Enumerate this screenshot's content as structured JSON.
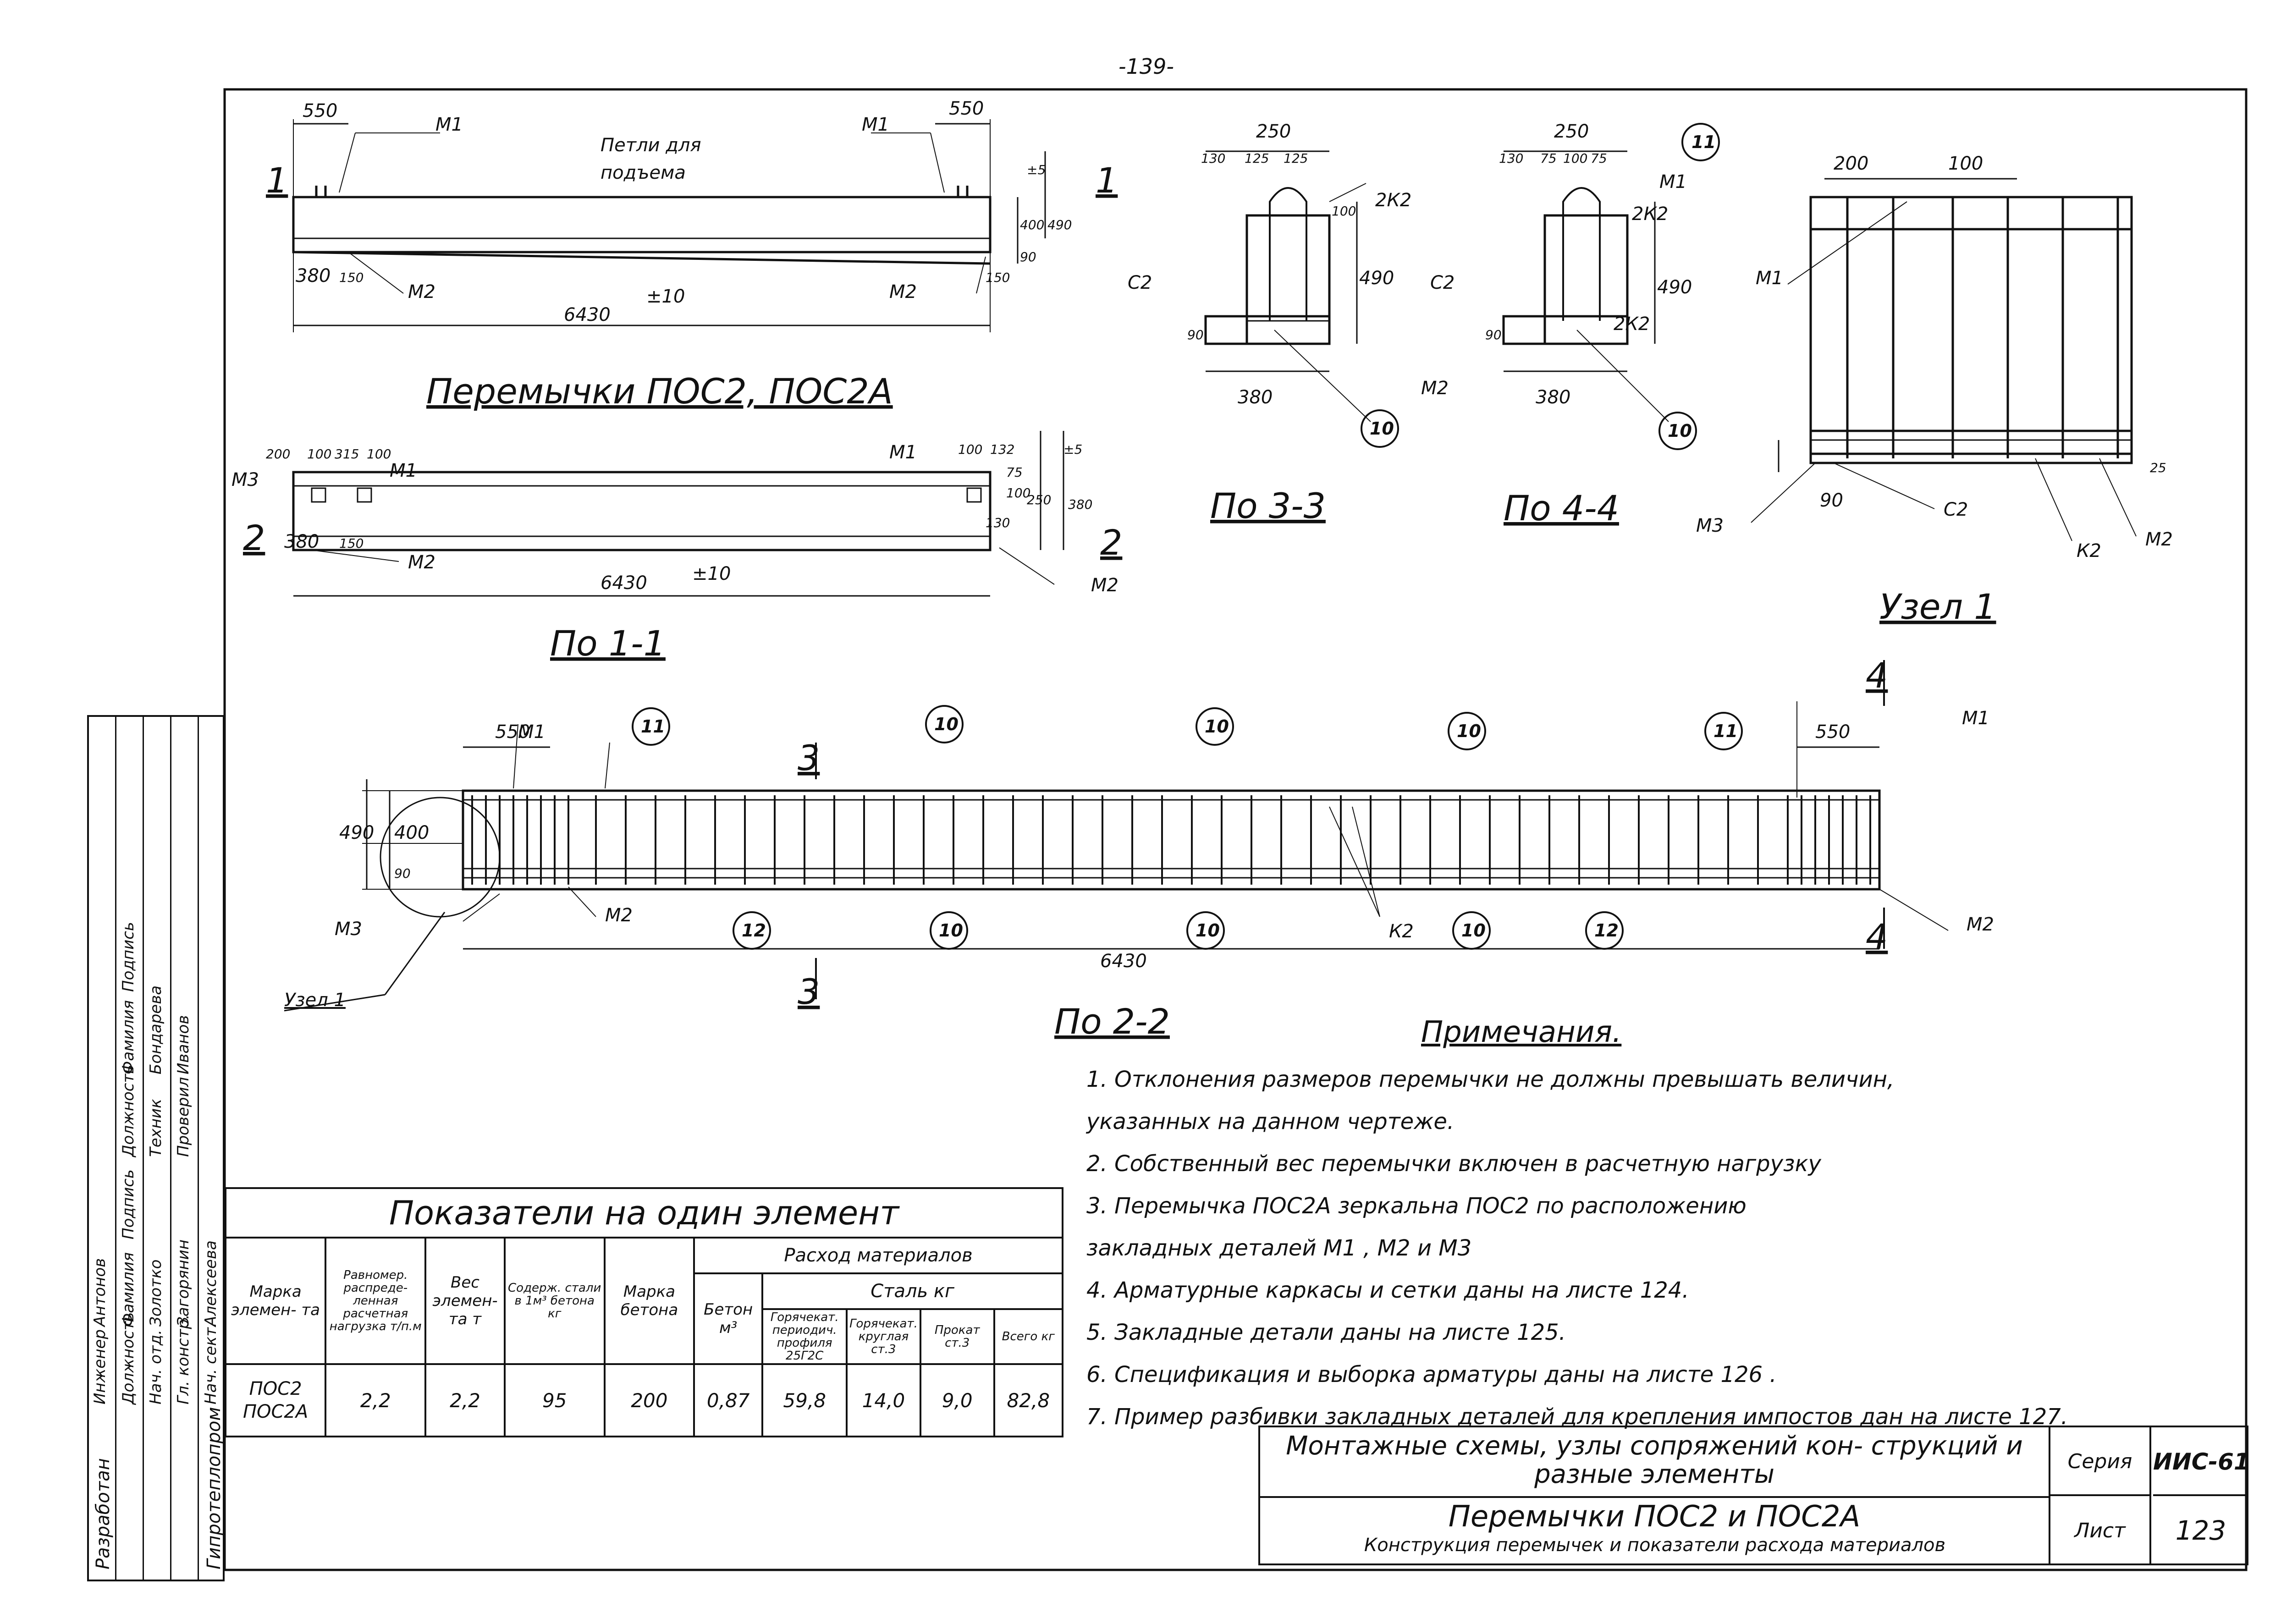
{
  "page_number": "-139-",
  "drawing": {
    "main_title": "Перемычки  ПОС2, ПОС2А",
    "sections": {
      "s11": "По 1-1",
      "s22": "По 2-2",
      "s33": "По 3-3",
      "s44": "По 4-4",
      "node1": "Узел 1",
      "node1_ref": "Узел 1"
    },
    "beam_top": {
      "dim_left": "550",
      "dim_right": "550",
      "m1_left": "М1",
      "m1_right": "М1",
      "lifting_note_1": "Петли для",
      "lifting_note_2": "подъема",
      "dim_380": "380",
      "dim_150_left": "150",
      "dim_150_right": "150",
      "m2_left": "М2",
      "m2_right": "М2",
      "length": "6430",
      "tolerance": "±10",
      "dim_400": "400",
      "dim_490": "490",
      "dim_90": "90",
      "dim_tol5": "±5",
      "cut_left": "1",
      "cut_right": "1"
    },
    "beam_plan": {
      "dim_200": "200",
      "dim_100a": "100",
      "dim_315": "315",
      "dim_100b": "100",
      "dim_100c": "100",
      "dim_132": "132",
      "m3": "М3",
      "m1_left": "М1",
      "m1_right": "М1",
      "dim_380": "380",
      "dim_150": "150",
      "m2_left": "М2",
      "m2_right": "М2",
      "length": "6430",
      "tolerance": "±10",
      "dim_75": "75",
      "dim_100": "100",
      "dim_130": "130",
      "dim_250": "250",
      "dim_380_right": "380",
      "dim_tol5": "±5",
      "cut_left": "2",
      "cut_right": "2"
    },
    "sec33": {
      "dim_250": "250",
      "dim_130": "130",
      "dim_125a": "125",
      "dim_125b": "125",
      "dim_100": "100",
      "dim_490": "490",
      "dim_90": "90",
      "dim_380": "380",
      "c2": "С2",
      "k2": "2К2",
      "callout": "10"
    },
    "sec44": {
      "dim_250": "250",
      "dim_130": "130",
      "dim_75a": "75",
      "dim_100": "100",
      "dim_75b": "75",
      "dim_490": "490",
      "dim_90": "90",
      "dim_380": "380",
      "c2": "С2",
      "k2a": "2К2",
      "k2b": "2К2",
      "m1": "М1",
      "m2": "М2",
      "callout_11": "11",
      "callout_10": "10"
    },
    "node": {
      "dim_200": "200",
      "dim_100": "100",
      "dim_90": "90",
      "dim_25": "25",
      "m1": "М1",
      "m2": "М2",
      "m3": "М3",
      "c2": "С2",
      "k2": "К2"
    },
    "sec22": {
      "dim_550_left": "550",
      "dim_550_right": "550",
      "dim_400": "400",
      "dim_490": "490",
      "dim_90": "90",
      "m1_left": "М1",
      "m1_right": "М1",
      "m2_left": "М2",
      "m2_right": "М2",
      "m3": "М3",
      "k2": "К2",
      "length": "6430",
      "cut3_top": "3",
      "cut3_bottom": "3",
      "cut4_top": "4",
      "cut4_bottom": "4",
      "callouts_top": [
        "11",
        "10",
        "10",
        "10",
        "11"
      ],
      "callouts_bottom": [
        "12",
        "10",
        "10",
        "10",
        "12"
      ]
    }
  },
  "notes": {
    "title": "Примечания.",
    "items": [
      "1. Отклонения  размеров  перемычки  не должны превышать величин,",
      "   указанных  на данном  чертеже.",
      "2. Собственный  вес  перемычки  включен  в расчетную нагрузку",
      "3. Перемычка  ПОС2А зеркальна  ПОС2  по расположению",
      "   закладных  деталей  М1 , М2 и М3",
      "4. Арматурные каркасы и сетки  даны на листе  124.",
      "5. Закладные  детали  даны  на  листе  125.",
      "6. Спецификация  и выборка арматуры даны на листе  126 .",
      "7. Пример разбивки закладных деталей для крепления импостов дан на листе 127."
    ]
  },
  "indicators": {
    "title": "Показатели  на  один  элемент",
    "headers": {
      "mark": "Марка элемен- та",
      "load": "Равномер. распреде- ленная расчетная нагрузка т/п.м",
      "weight": "Вес элемен- та т",
      "steel_content": "Содерж. стали в 1м³ бетона кг",
      "concrete_mark": "Марка бетона",
      "materials": "Расход  материалов",
      "concrete": "Бетон м³",
      "steel_group": "Сталь  кг",
      "steel_a": "Горячекат. периодич. профиля 25Г2С",
      "steel_b": "Горячекат. круглая ст.3",
      "steel_c": "Прокат ст.3",
      "steel_total": "Всего кг"
    },
    "row": {
      "mark_1": "ПОС2",
      "mark_2": "ПОС2А",
      "load": "2,2",
      "weight": "2,2",
      "steel_content": "95",
      "concrete_mark": "200",
      "concrete": "0,87",
      "steel_a": "59,8",
      "steel_b": "14,0",
      "steel_c": "9,0",
      "steel_total": "82,8"
    }
  },
  "title_block": {
    "project": "Монтажные схемы, узлы сопряжений кон- струкций и разные элементы",
    "title": "Перемычки ПОС2 и ПОС2А",
    "subtitle": "Конструкция перемычек и показатели расхода материалов",
    "series_label": "Серия",
    "series_value": "ИИС-61",
    "sheet_label": "Лист",
    "sheet_value": "123"
  },
  "signatures": {
    "developer": "Разработан",
    "org": "Гипротеплопром",
    "cols": [
      [
        "Должность",
        "Нач. отд.",
        "Гл. констр.",
        "Нач. сект.",
        "Инженер"
      ],
      [
        "Фамилия",
        "Золотко",
        "Загорянин",
        "Алексеева",
        "Антонов"
      ],
      [
        "Подпись"
      ],
      [
        "Должность",
        "Техник",
        "Проверил"
      ],
      [
        "Фамилия",
        "Бондарева",
        "Иванов"
      ],
      [
        "Подпись"
      ]
    ]
  }
}
